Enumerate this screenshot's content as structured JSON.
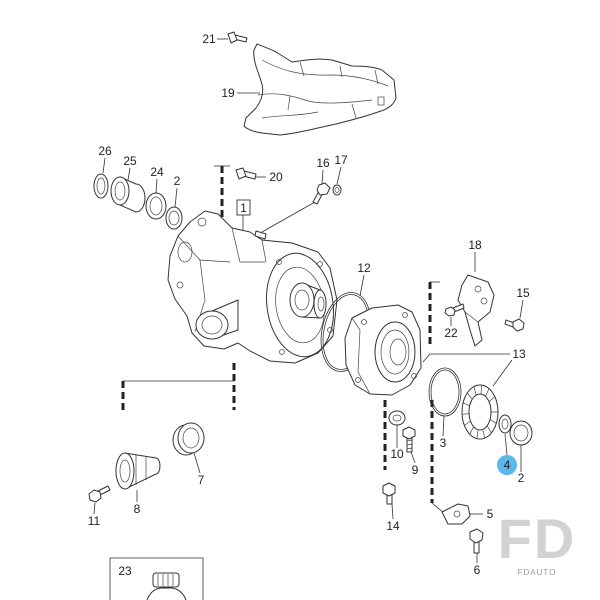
{
  "diagram": {
    "callouts": [
      {
        "label": "21"
      },
      {
        "label": "19"
      },
      {
        "label": "26"
      },
      {
        "label": "25"
      },
      {
        "label": "24"
      },
      {
        "label": "2"
      },
      {
        "label": "20"
      },
      {
        "label": "16"
      },
      {
        "label": "17"
      },
      {
        "label": "1",
        "boxed": true
      },
      {
        "label": "12"
      },
      {
        "label": "18"
      },
      {
        "label": "15"
      },
      {
        "label": "22"
      },
      {
        "label": "13"
      },
      {
        "label": "3"
      },
      {
        "label": "4",
        "highlighted": true
      },
      {
        "label": "2"
      },
      {
        "label": "10"
      },
      {
        "label": "9"
      },
      {
        "label": "14"
      },
      {
        "label": "5"
      },
      {
        "label": "6"
      },
      {
        "label": "11"
      },
      {
        "label": "8"
      },
      {
        "label": "7"
      },
      {
        "label": "23"
      }
    ],
    "highlight_color": "#5ab7e9"
  },
  "watermark": {
    "logo": "FD",
    "brand": "FDAUTO",
    "color": "#d2d2d2"
  }
}
